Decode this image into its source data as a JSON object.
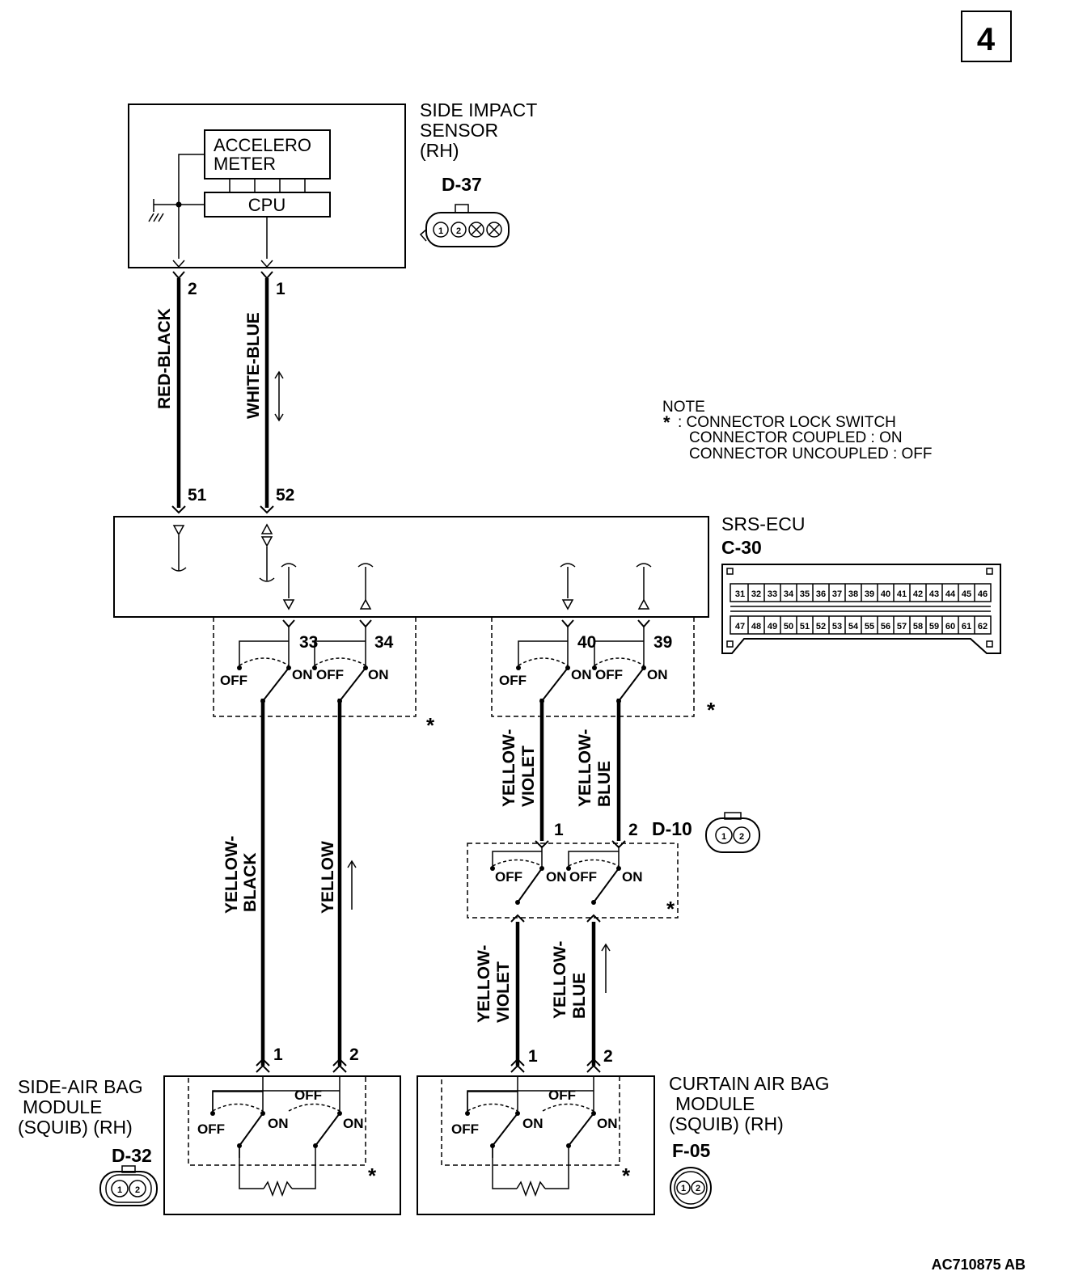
{
  "page_number": "4",
  "figure_id": "AC710875 AB",
  "note": {
    "title": "NOTE",
    "star": "*",
    "line1": ": CONNECTOR LOCK SWITCH",
    "line2": "CONNECTOR COUPLED : ON",
    "line3": "CONNECTOR UNCOUPLED : OFF"
  },
  "sensor": {
    "name_l1": "SIDE IMPACT",
    "name_l2": "SENSOR",
    "name_l3": "(RH)",
    "connector": "D-37",
    "accel_l1": "ACCELERO",
    "accel_l2": "METER",
    "cpu": "CPU",
    "pin_a": "2",
    "pin_b": "1"
  },
  "ecu": {
    "name": "SRS-ECU",
    "connector": "C-30",
    "pins_top": [
      "31",
      "32",
      "33",
      "34",
      "35",
      "36",
      "37",
      "38",
      "39",
      "40",
      "41",
      "42",
      "43",
      "44",
      "45",
      "46"
    ],
    "pins_bottom": [
      "47",
      "48",
      "49",
      "50",
      "51",
      "52",
      "53",
      "54",
      "55",
      "56",
      "57",
      "58",
      "59",
      "60",
      "61",
      "62"
    ]
  },
  "pins": {
    "p51": "51",
    "p52": "52",
    "p33": "33",
    "p34": "34",
    "p40": "40",
    "p39": "39"
  },
  "wires": {
    "red_black": "RED-BLACK",
    "white_blue": "WHITE-BLUE",
    "yellow_black_l1": "YELLOW-",
    "yellow_black_l2": "BLACK",
    "yellow": "YELLOW",
    "yellow_violet_l1": "YELLOW-",
    "yellow_violet_l2": "VIOLET",
    "yellow_blue_l1": "YELLOW-",
    "yellow_blue_l2": "BLUE"
  },
  "switch": {
    "off": "OFF",
    "on": "ON",
    "star": "*"
  },
  "d10": {
    "connector": "D-10",
    "pin1": "1",
    "pin2": "2"
  },
  "side_module": {
    "name_l1": "SIDE-AIR BAG",
    "name_l2": "MODULE",
    "name_l3": "(SQUIB) (RH)",
    "connector": "D-32",
    "pin1": "1",
    "pin2": "2"
  },
  "curtain_module": {
    "name_l1": "CURTAIN AIR BAG",
    "name_l2": "MODULE",
    "name_l3": "(SQUIB) (RH)",
    "connector": "F-05",
    "pin1": "1",
    "pin2": "2"
  },
  "connector_icon_pins": {
    "one": "1",
    "two": "2"
  }
}
